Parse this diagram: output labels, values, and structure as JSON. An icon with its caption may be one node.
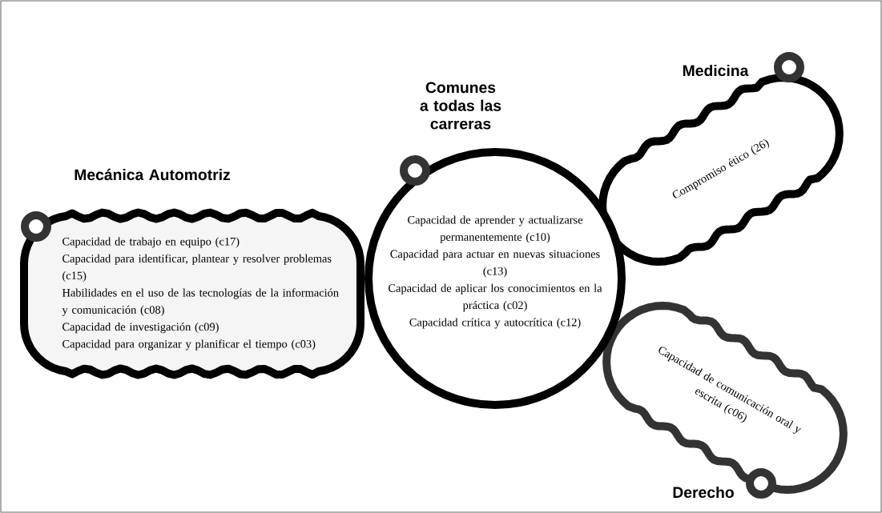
{
  "diagram": {
    "nodes": [
      {
        "text": [
          "Mecánica Automotriz",
          "Capacidad de trabajo en equipo (c17)",
          "Capacidad para identificar, plantear y resolver problemas (c15)",
          "Habilidades en el uso de las tecnologías de la información y comunicación (c08)",
          "Capacidad de investigación (c09)",
          "Capacidad para organizar y planificar el tiempo (c03)"
        ]
      },
      {
        "text": [
          "Comunes a todas las carreras",
          "Capacidad de aprender y actualizarse permanentemente (c10)",
          "Capacidad para actuar en nuevas situaciones (c13)",
          "Capacidad de aplicar los conocimientos en la práctica (c02)",
          "Capacidad crítica y autocrítica (c12)"
        ]
      },
      {
        "text": [
          "Medicina",
          "Compromiso ético (26)"
        ]
      },
      {
        "text": [
          "Derecho",
          "Capacidad de comunicación oral y escrita (c06)"
        ]
      }
    ]
  }
}
